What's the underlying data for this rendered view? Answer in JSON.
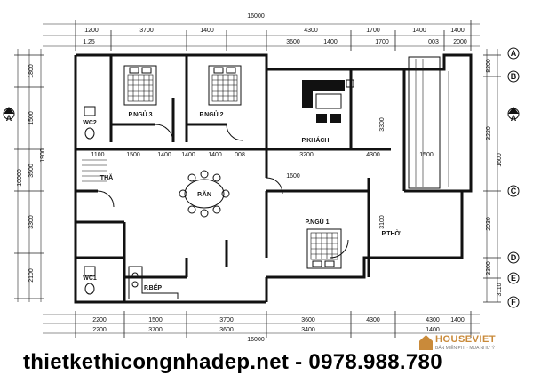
{
  "dims": {
    "top_total": "16000",
    "top_parts": [
      "1200",
      "3700",
      "1400",
      "4300",
      "1700",
      "1400",
      "1400"
    ],
    "top_mid_a": "1.25",
    "top_mid_b": "3600",
    "top_mid_c": "1400",
    "top_mid_d": "1700",
    "top_mid_e": "003",
    "top_mid_f": "2000",
    "bottom_total": "16000",
    "bottom_parts": [
      "2200",
      "1500",
      "3700",
      "3600",
      "4300",
      "4300",
      "1400"
    ],
    "bottom_mid": [
      "2200",
      "3700",
      "3600",
      "3400",
      "1400"
    ],
    "left_total": "10000",
    "left_parts": [
      "1800",
      "1500",
      "3500",
      "3300",
      "2100",
      "1900"
    ],
    "right_parts": [
      "8200",
      "3220",
      "2030",
      "3300",
      "1600",
      "3110"
    ],
    "interior": [
      "1100",
      "1500",
      "1400",
      "3200",
      "4300",
      "1500",
      "1400",
      "1400",
      "008",
      "1600",
      "3100",
      "3300"
    ]
  },
  "axes": {
    "top_right": [
      "A",
      "B"
    ],
    "right": [
      "C",
      "D",
      "E",
      "F"
    ],
    "left_marker": "A",
    "right_marker": "A"
  },
  "rooms": {
    "bed3": "P.NGỦ 3",
    "bed2": "P.NGỦ 2",
    "guest": "P.KHÁCH",
    "dining": "P.ĂN",
    "bed1": "P.NGỦ 1",
    "wc1": "WC1",
    "wc2": "WC2",
    "kitchen": "P.BẾP",
    "stair": "THĂ",
    "lobby": "P.THỜ"
  },
  "footer": {
    "text": "thietkethicongnhadep.net - 0978.988.780"
  },
  "brand": {
    "name": "HOUSEVIET",
    "tagline": "BẢN MIỄN PHÍ · MUA NHƯ Ý"
  }
}
